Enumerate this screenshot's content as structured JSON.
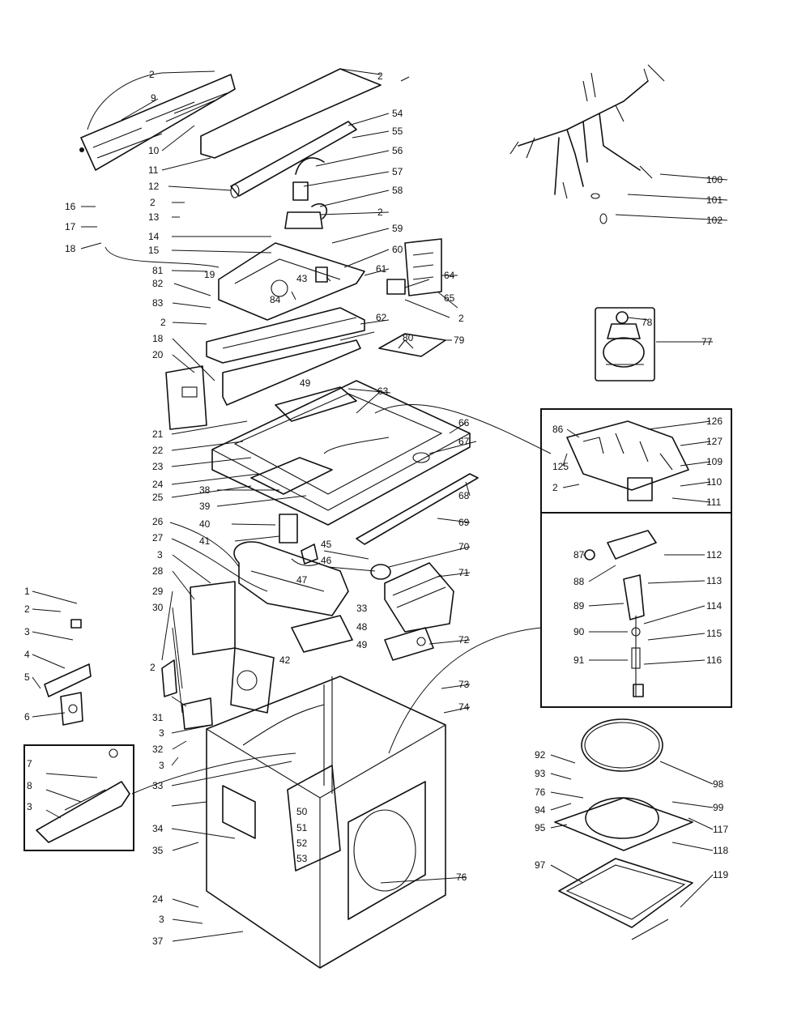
{
  "callouts": {
    "c1": "1",
    "c2": "2",
    "c3": "3",
    "c4": "4",
    "c5": "5",
    "c6": "6",
    "c7": "7",
    "c8": "8",
    "c9": "9",
    "c10": "10",
    "c11": "11",
    "c12": "12",
    "c13": "13",
    "c14": "14",
    "c15": "15",
    "c16": "16",
    "c17": "17",
    "c18": "18",
    "c19": "19",
    "c20": "20",
    "c21": "21",
    "c22": "22",
    "c23": "23",
    "c24": "24",
    "c25": "25",
    "c26": "26",
    "c27": "27",
    "c28": "28",
    "c29": "29",
    "c30": "30",
    "c31": "31",
    "c32": "32",
    "c33": "33",
    "c34": "34",
    "c35": "35",
    "c37": "37",
    "c38": "38",
    "c39": "39",
    "c40": "40",
    "c41": "41",
    "c42": "42",
    "c43": "43",
    "c45": "45",
    "c46": "46",
    "c47": "47",
    "c48": "48",
    "c49": "49",
    "c50": "50",
    "c51": "51",
    "c52": "52",
    "c53": "53",
    "c54": "54",
    "c55": "55",
    "c56": "56",
    "c57": "57",
    "c58": "58",
    "c59": "59",
    "c60": "60",
    "c61": "61",
    "c62": "62",
    "c63": "63",
    "c64": "64",
    "c65": "65",
    "c66": "66",
    "c67": "67",
    "c68": "68",
    "c69": "69",
    "c70": "70",
    "c71": "71",
    "c72": "72",
    "c73": "73",
    "c74": "74",
    "c76": "76",
    "c77": "77",
    "c78": "78",
    "c79": "79",
    "c80": "80",
    "c81": "81",
    "c82": "82",
    "c83": "83",
    "c84": "84",
    "c86": "86",
    "c87": "87",
    "c88": "88",
    "c89": "89",
    "c90": "90",
    "c91": "91",
    "c92": "92",
    "c93": "93",
    "c94": "94",
    "c95": "95",
    "c97": "97",
    "c98": "98",
    "c99": "99",
    "c100": "100",
    "c101": "101",
    "c102": "102",
    "c109": "109",
    "c110": "110",
    "c111": "111",
    "c112": "112",
    "c113": "113",
    "c114": "114",
    "c115": "115",
    "c116": "116",
    "c117": "117",
    "c118": "118",
    "c119": "119",
    "c125": "125",
    "c126": "126",
    "c127": "127"
  }
}
